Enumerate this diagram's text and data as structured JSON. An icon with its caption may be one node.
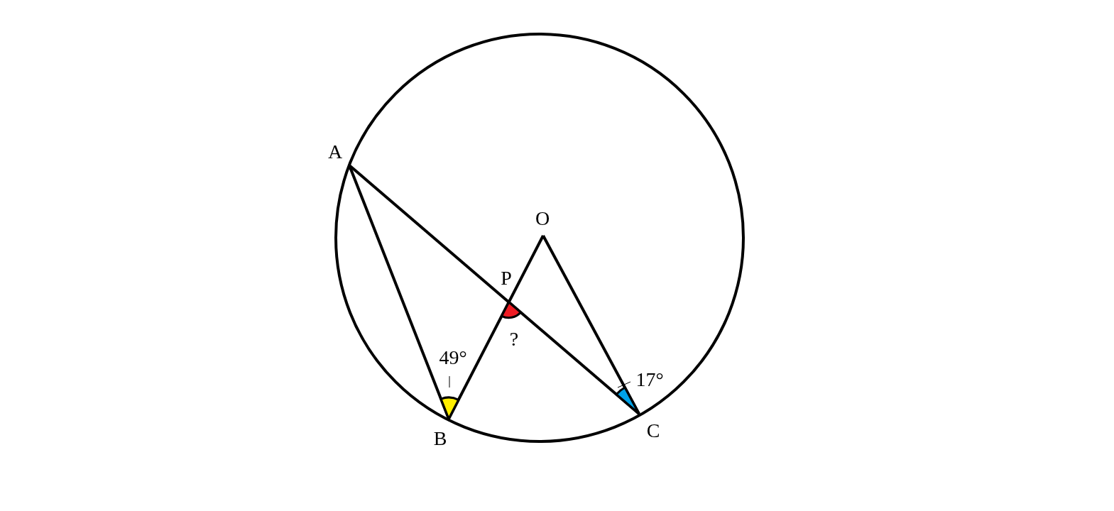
{
  "diagram": {
    "labels": [
      "A",
      "O",
      "P",
      "49°",
      "?",
      "17°",
      "B",
      "C"
    ]
  }
}
